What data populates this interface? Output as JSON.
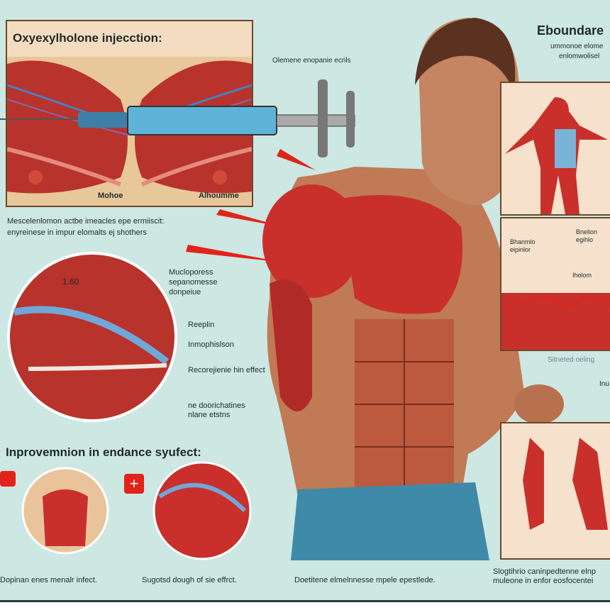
{
  "top_left_panel": {
    "title": "Oxyexylholone injecction:",
    "label_left": "Mohoe",
    "label_right": "Alhoumme"
  },
  "syringe_label": "Olemene enopanie ecrils",
  "left_caption": {
    "line1": "Mescelenlomon actbe imeacles epe ermiiscit:",
    "line2": "enyreinese in impur elomalts ej shothers"
  },
  "circle_detail": {
    "number": "1.60",
    "callout_top": [
      "Mucloporess",
      "sepanomesse",
      "donpeiue"
    ],
    "labels": [
      "Reeplin",
      "Inmophislson",
      "Recorejienie hin effect",
      "ne doorichatines nlane etstns"
    ]
  },
  "section_heading": "Inprovemnion in endance syufect:",
  "bottom_captions": [
    "Dopinan enes menalr infect.",
    "Sugotsd dough of sie effrct.",
    "Doetitene elmelnnesse mpele epestlede.",
    "Slogtihrio caninpedtenne elnp muleone in enfor eosfocentei"
  ],
  "right_panel": {
    "title": "Eboundare",
    "subtitle_line1": "ummonoe elome",
    "subtitle_line2": "enlomwolisel",
    "chart_labels": [
      "Bhanmlo eipinlor",
      "Bnelion egihlo",
      "Iholom"
    ],
    "status": "Sitneted oeling",
    "fist_label": "Inu"
  },
  "colors": {
    "background": "#cde7e2",
    "muscle": "#c9302c",
    "skin": "#c07a55",
    "shorts": "#3f8aa8",
    "accent_red": "#e2231a"
  },
  "icons": [
    "heart-badge-icon",
    "plus-badge-icon"
  ]
}
